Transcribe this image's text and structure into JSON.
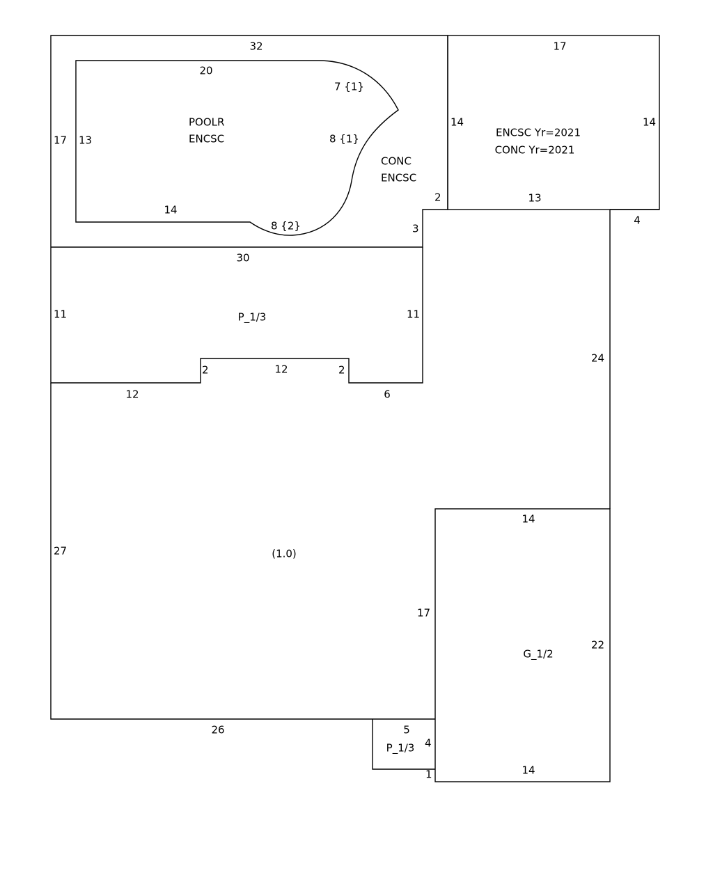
{
  "colors": {
    "line": "#000000",
    "background": "#ffffff"
  },
  "areas": {
    "poolr": "POOLR",
    "pool_encsc": "ENCSC",
    "conc": "CONC",
    "conc_encsc": "ENCSC",
    "encsc_yr": "ENCSC Yr=2021",
    "conc_yr": "CONC Yr=2021",
    "porch_top": "P_1/3",
    "main": "(1.0)",
    "garage": "G_1/2",
    "porch_small": "P_1/3"
  },
  "dimensions": {
    "enclosure_top": "32",
    "enclosure_left": "17",
    "pool_top": "20",
    "pool_curve_upper": "7 {1}",
    "pool_curve_mid": "8 {1}",
    "pool_left": "13",
    "pool_bottom": "14",
    "pool_curve_bottom": "8 {2}",
    "step_2": "2",
    "step_3": "3",
    "right_enc_top": "17",
    "right_enc_left": "14",
    "right_enc_right": "14",
    "right_enc_bottom": "13",
    "right_offset": "4",
    "porch_top": "30",
    "porch_left": "11",
    "porch_right": "11",
    "porch_notch_left": "2",
    "porch_notch_top": "12",
    "porch_notch_right": "2",
    "porch_bottom_left": "12",
    "porch_bottom_right": "6",
    "main_right": "24",
    "main_left": "27",
    "main_bottom": "26",
    "garage_top": "14",
    "garage_left": "17",
    "garage_right": "22",
    "garage_bottom": "14",
    "small_porch_top": "5",
    "small_porch_right": "4",
    "small_porch_bottom": "1"
  }
}
